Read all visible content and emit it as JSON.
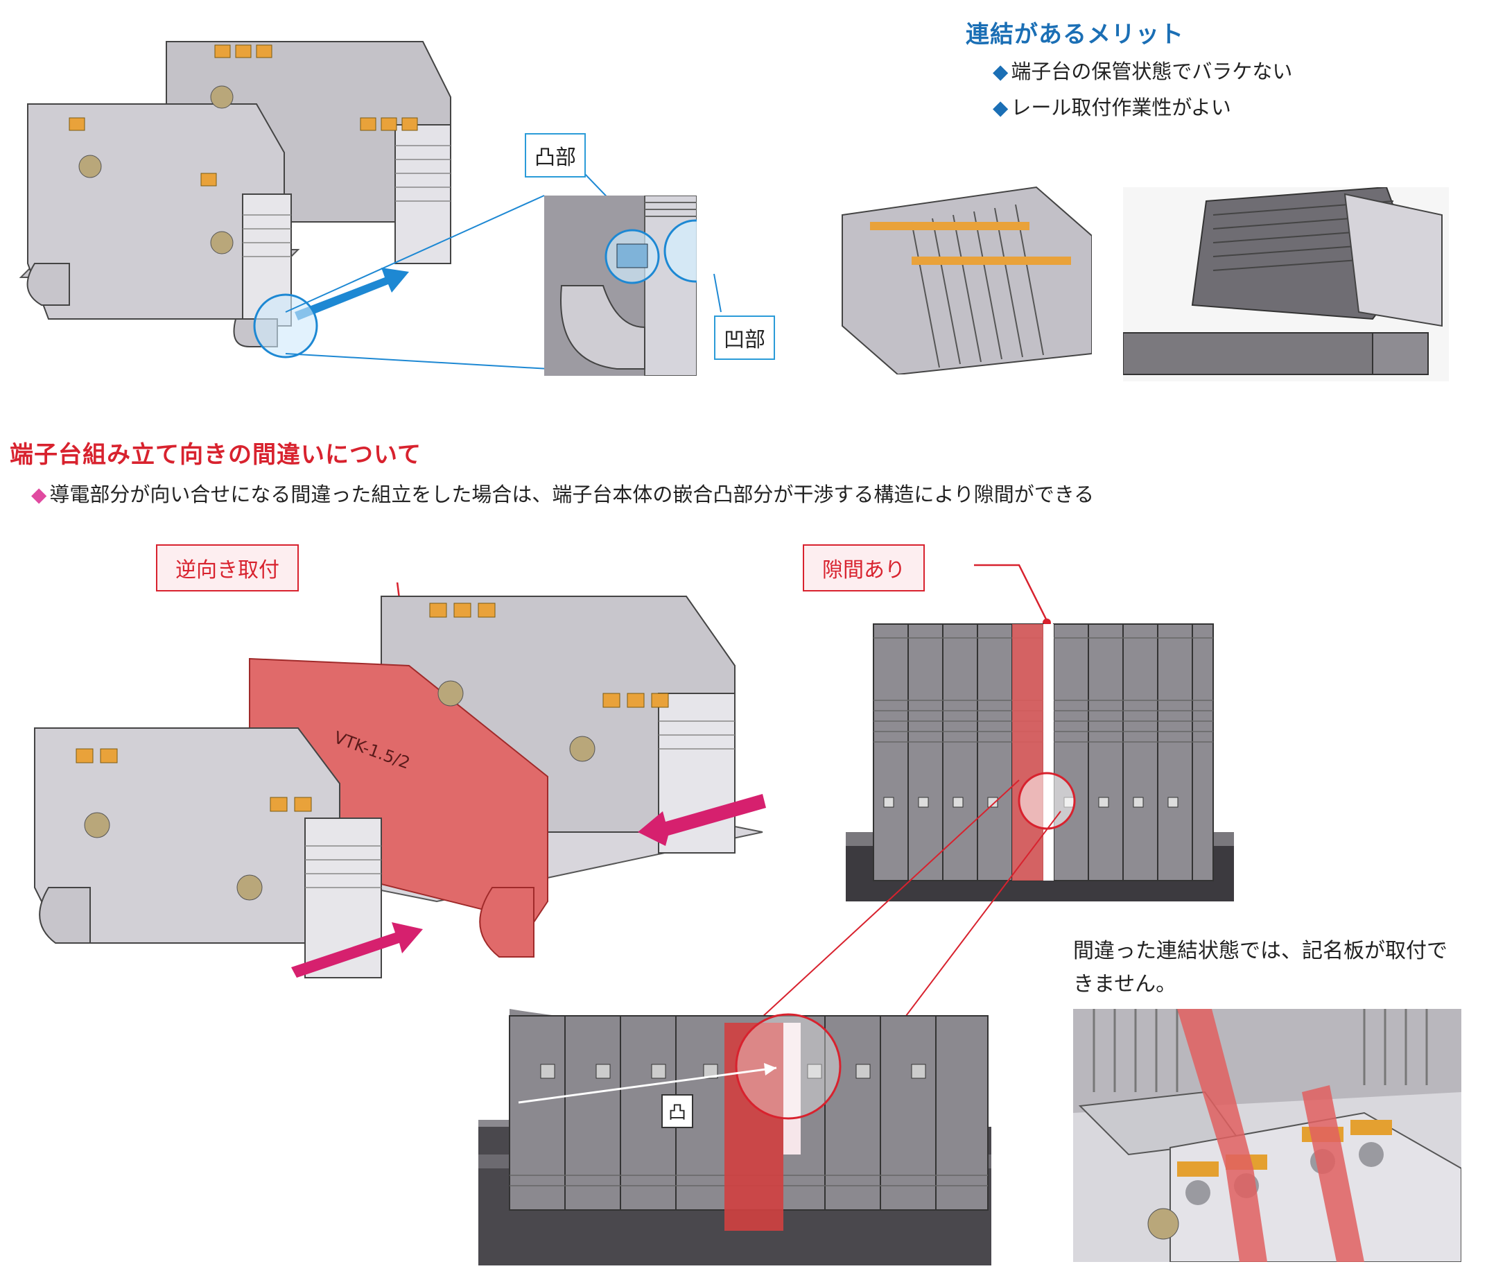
{
  "merit": {
    "title": "連結があるメリット",
    "bullets": [
      "端子台の保管状態でバラケない",
      "レール取付作業性がよい"
    ]
  },
  "labels": {
    "convex": "凸部",
    "concave": "凹部"
  },
  "mistake": {
    "title": "端子台組み立て向きの間違いについて",
    "description": "導電部分が向い合せになる間違った組立をした場合は、端子台本体の嵌合凸部分が干渉する構造により隙間ができる",
    "reverse_label": "逆向き取付",
    "gap_label": "隙間あり",
    "convex_small": "凸",
    "note": "間違った連結状態では、記名板が取付できません。",
    "product_marking": "VTK-1.5/2"
  },
  "colors": {
    "blue_accent": "#1b6fb5",
    "red_accent": "#d8222e",
    "pink_bullet": "#e04aa0",
    "reverse_block": "#e06a6a",
    "terminal_gray": "#b8b6bd"
  }
}
